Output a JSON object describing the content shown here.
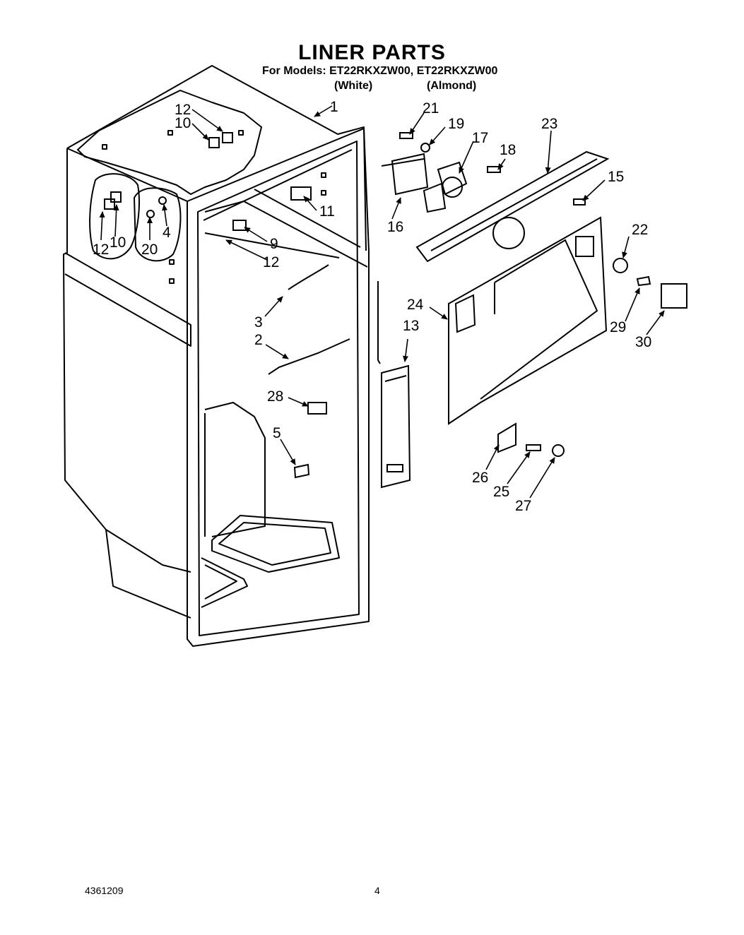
{
  "header": {
    "title": "LINER PARTS",
    "models_line": "For Models: ET22RKXZW00, ET22RKXZW00",
    "color_white": "(White)",
    "color_almond": "(Almond)"
  },
  "callouts": [
    "1",
    "12",
    "10",
    "12",
    "10",
    "20",
    "4",
    "11",
    "9",
    "12",
    "3",
    "2",
    "28",
    "5",
    "21",
    "19",
    "17",
    "18",
    "23",
    "15",
    "16",
    "22",
    "24",
    "13",
    "29",
    "30",
    "26",
    "25",
    "27"
  ],
  "footer": {
    "doc_number": "4361209",
    "page_number": "4"
  }
}
